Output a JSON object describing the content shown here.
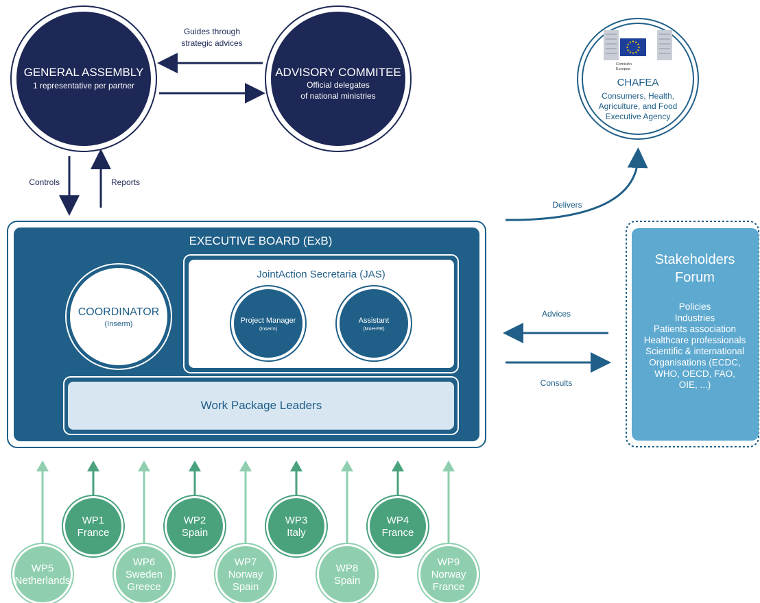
{
  "colors": {
    "navy": "#1d2856",
    "teal_dark": "#1f5f88",
    "teal": "#2f7aa6",
    "stakeholder": "#5ea9cf",
    "wp_dark": "#4aa27d",
    "wp_light": "#8fcfaf",
    "wp_text": "#ffffff"
  },
  "general_assembly": {
    "title": "GENERAL ASSEMBLY",
    "subtitle": "1 representative per partner"
  },
  "advisory_committee": {
    "title": "ADVISORY COMMITEE",
    "line1": "Official delegates",
    "line2": "of national ministries"
  },
  "guides_label": {
    "line1": "Guides through",
    "line2": "strategic advices"
  },
  "controls_label": "Controls",
  "reports_label": "Reports",
  "chafea": {
    "logo_caption1": "Comisión",
    "logo_caption2": "Europea",
    "title": "CHAFEA",
    "line1": "Consumers, Health,",
    "line2": "Agriculture, and Food",
    "line3": "Executive Agency"
  },
  "delivers_label": "Delivers",
  "executive_board": {
    "title": "EXECUTIVE BOARD (ExB)"
  },
  "coordinator": {
    "title": "COORDINATOR",
    "subtitle": "(Inserm)"
  },
  "jas": {
    "title": "JointAction Secretaria (JAS)",
    "pm_title": "Project Manager",
    "pm_sub": "(Inserm)",
    "assistant_title": "Assistant",
    "assistant_sub": "(MoH-FR)"
  },
  "wp_leaders": "Work Package Leaders",
  "advices_label": "Advices",
  "consults_label": "Consults",
  "stakeholders": {
    "title1": "Stakeholders",
    "title2": "Forum",
    "items": [
      "Policies",
      "Industries",
      "Patients association",
      "Healthcare professionals",
      "Scientific & international",
      "Organisations (ECDC,",
      "WHO, OECD, FAO,",
      "OIE, ...)"
    ]
  },
  "work_packages": [
    {
      "name": "WP5",
      "lines": [
        "Netherlands"
      ],
      "tone": "light"
    },
    {
      "name": "WP1",
      "lines": [
        "France"
      ],
      "tone": "dark"
    },
    {
      "name": "WP6",
      "lines": [
        "Sweden",
        "Greece"
      ],
      "tone": "light"
    },
    {
      "name": "WP2",
      "lines": [
        "Spain"
      ],
      "tone": "dark"
    },
    {
      "name": "WP7",
      "lines": [
        "Norway",
        "Spain"
      ],
      "tone": "light"
    },
    {
      "name": "WP3",
      "lines": [
        "Italy"
      ],
      "tone": "dark"
    },
    {
      "name": "WP8",
      "lines": [
        "Spain"
      ],
      "tone": "light"
    },
    {
      "name": "WP4",
      "lines": [
        "France"
      ],
      "tone": "dark"
    },
    {
      "name": "WP9",
      "lines": [
        "Norway",
        "France"
      ],
      "tone": "light"
    }
  ]
}
